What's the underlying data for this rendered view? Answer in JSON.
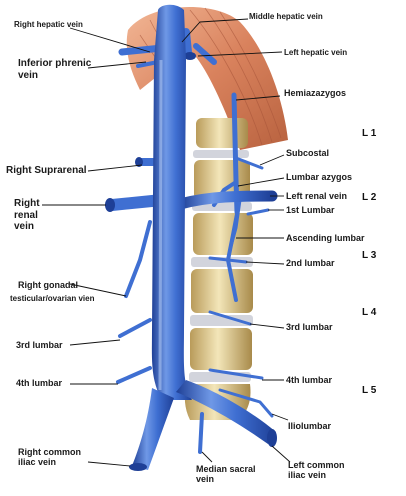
{
  "labels": {
    "right_hepatic": "Right hepatic vein",
    "middle_hepatic": "Middle hepatic vein",
    "left_hepatic": "Left hepatic vein",
    "inferior_phrenic": "Inferior phrenic vein",
    "hemiazygos": "Hemiazazygos",
    "subcostal": "Subcostal",
    "lumbar_azygos": "Lumbar azygos",
    "right_suprarenal": "Right Suprarenal",
    "left_renal": "Left renal vein",
    "first_lumbar": "1st Lumbar",
    "right_renal": "Right renal vein",
    "ascending_lumbar": "Ascending lumbar",
    "second_lumbar": "2nd lumbar",
    "right_gonadal": "Right gonadal",
    "right_gonadal_sub": "testicular/ovarian vien",
    "third_lumbar_right": "3rd lumbar",
    "third_lumbar_left": "3rd lumbar",
    "fourth_lumbar_right": "4th lumbar",
    "fourth_lumbar_left": "4th lumbar",
    "iliolumbar": "Iliolumbar",
    "right_common_iliac": "Right common iliac vein",
    "median_sacral": "Median sacral vein",
    "left_common_iliac": "Left common iliac vein"
  },
  "levels": [
    "L 1",
    "L 2",
    "L 3",
    "L 4",
    "L 5"
  ],
  "colors": {
    "vein": "#3f6fd2",
    "vein_dark": "#1e3f96",
    "vein_light": "#8fb4f2",
    "liver": "#e0956f",
    "bone": "#e8d9a6",
    "disc": "#c9ccd6",
    "leader": "#111111"
  }
}
